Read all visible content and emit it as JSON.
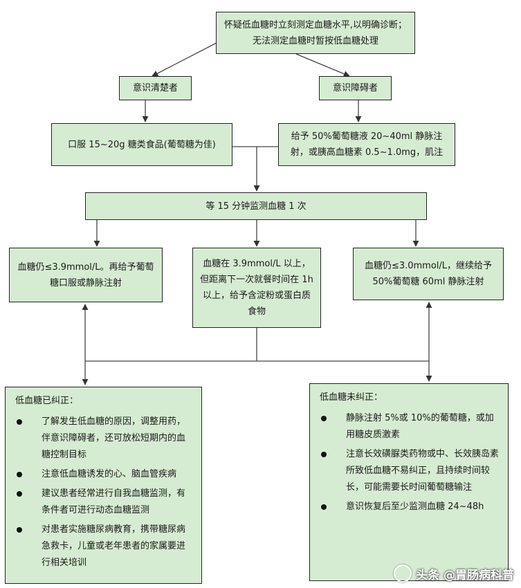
{
  "top": "怀疑低血糖时立刻测定血糖水平,以明确诊断；无法测定血糖时暂按低血糖处理",
  "conscious": "意识清楚者",
  "impaired": "意识障碍者",
  "oral": "口服 15~20g 糖类食品(葡萄糖为佳)",
  "iv": "给予 50%葡萄糖液 20~40ml 静脉注射，或胰高血糖素 0.5~1.0mg，肌注",
  "monitor": "等 15 分钟监测血糖 1 次",
  "left_mid": "血糖仍≤3.9mmol/L。再给予葡萄糖口服或静脉注射",
  "center_mid": "血糖在 3.9mmol/L 以上，但距离下一次就餐时间在 1h 以上，给予含淀粉或蛋白质食物",
  "right_mid": "血糖仍≤3.0mmol/L，继续给予 50%葡萄糖 60ml 静脉注射",
  "corrected": {
    "title": "低血糖已纠正：",
    "items": [
      "了解发生低血糖的原因，调整用药，伴意识障碍者，还可放松短期内的血糖控制目标",
      "注意低血糖诱发的心、脑血管疾病",
      "建议患者经常进行自我血糖监测，有条件者可进行动态血糖监测",
      "对患者实施糖尿病教育，携带糖尿病急救卡，儿童或老年患者的家属要进行相关培训"
    ]
  },
  "uncorrected": {
    "title": "低血糖未纠正：",
    "items": [
      "静脉注射 5%或 10%的葡萄糖，或加用糖皮质激素",
      "注意长效磺脲类药物或中、长效胰岛素所致低血糖不易纠正，且持续时间较长，可能需要长时间葡萄糖输注",
      "意识恢复后至少监测血糖 24~48h"
    ]
  },
  "watermark": "头条 @胃肠病科普"
}
